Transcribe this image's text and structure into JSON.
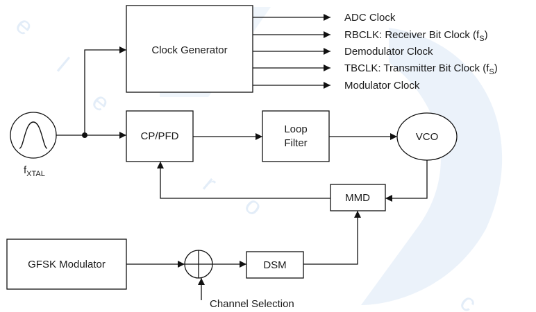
{
  "blocks": {
    "clock_generator": "Clock Generator",
    "cp_pfd": "CP/PFD",
    "loop_filter_line1": "Loop",
    "loop_filter_line2": "Filter",
    "vco": "VCO",
    "mmd": "MMD",
    "gfsk_modulator": "GFSK Modulator",
    "dsm": "DSM"
  },
  "clock_outputs": [
    {
      "main": "ADC Clock",
      "sub": "",
      "tail": ""
    },
    {
      "main": "RBCLK: Receiver Bit Clock (f",
      "sub": "S",
      "tail": ")"
    },
    {
      "main": "Demodulator Clock",
      "sub": "",
      "tail": ""
    },
    {
      "main": "TBCLK: Transmitter Bit Clock (f",
      "sub": "S",
      "tail": ")"
    },
    {
      "main": "Modulator Clock",
      "sub": "",
      "tail": ""
    }
  ],
  "crystal": {
    "main": "f",
    "sub": "XTAL"
  },
  "channel_selection": "Channel Selection",
  "colors": {
    "line": "#111111",
    "watermark": "#dbe8f6"
  },
  "icons": {
    "crystal": "sine-wave-oscillator-icon",
    "summer": "summing-junction-icon"
  }
}
